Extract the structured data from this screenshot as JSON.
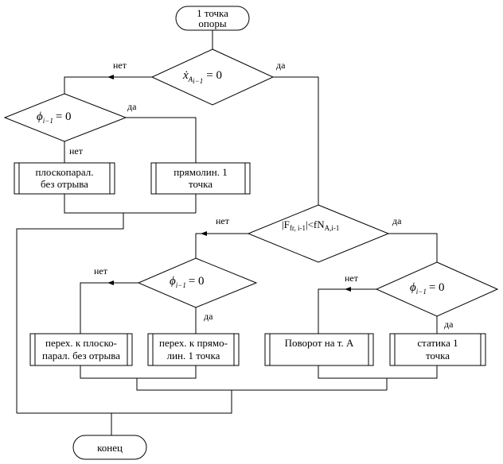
{
  "terminals": {
    "start_line1": "1 точка",
    "start_line2": "опоры",
    "end": "конец"
  },
  "decisions": {
    "d1_var": "ẋ",
    "d1_sub": "A",
    "d1_subsub": "i−1",
    "d1_eq": "= 0",
    "phi": "ϕ",
    "phi_sub": "i−1",
    "phi_eq": "= 0",
    "d4_left": "|F",
    "d4_sub1": "fr, i-1",
    "d4_mid": "|<fN",
    "d4_sub2": "A,i-1"
  },
  "labels": {
    "yes": "да",
    "no": "нет"
  },
  "processes": {
    "p1_l1": "плоскопарал.",
    "p1_l2": "без отрыва",
    "p2_l1": "прямолин. 1",
    "p2_l2": "точка",
    "p3_l1": "перех. к плоско-",
    "p3_l2": "парал. без отрыва",
    "p4_l1": "перех. к прямо-",
    "p4_l2": "лин. 1 точка",
    "p5": "Поворот на т. А",
    "p6_l1": "статика 1",
    "p6_l2": "точка"
  }
}
